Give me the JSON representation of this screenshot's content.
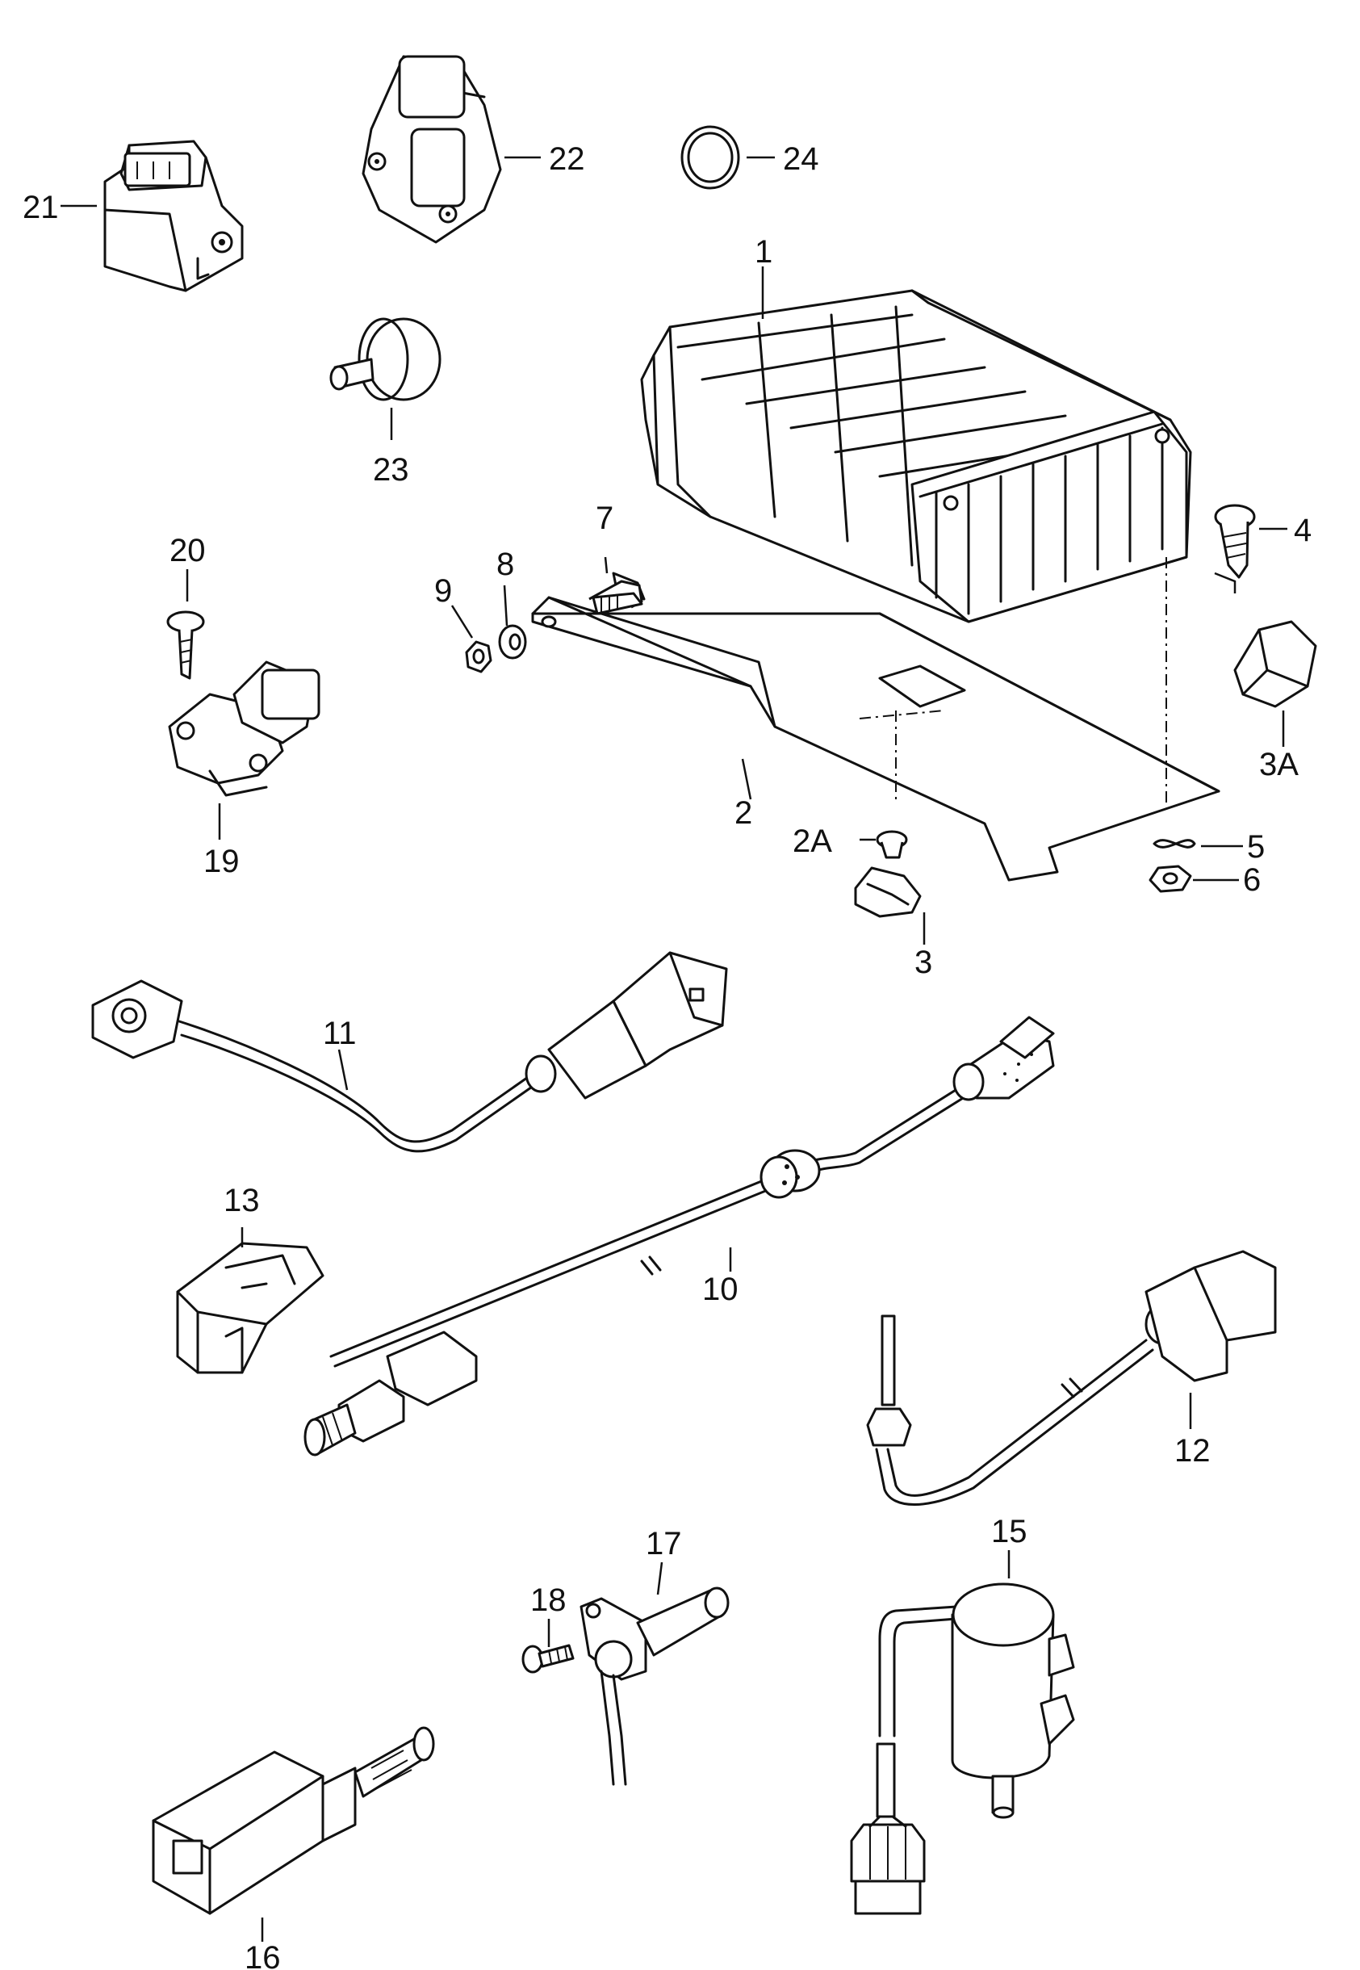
{
  "callouts": {
    "p1": "1",
    "p2": "2",
    "p2a": "2A",
    "p3": "3",
    "p3a": "3A",
    "p4": "4",
    "p5": "5",
    "p6": "6",
    "p7": "7",
    "p8": "8",
    "p9": "9",
    "p10": "10",
    "p11": "11",
    "p12": "12",
    "p13": "13",
    "p15": "15",
    "p16": "16",
    "p17": "17",
    "p18": "18",
    "p19": "19",
    "p20": "20",
    "p21": "21",
    "p22": "22",
    "p23": "23",
    "p24": "24"
  },
  "colors": {
    "line": "#111111",
    "background": "#ffffff"
  }
}
